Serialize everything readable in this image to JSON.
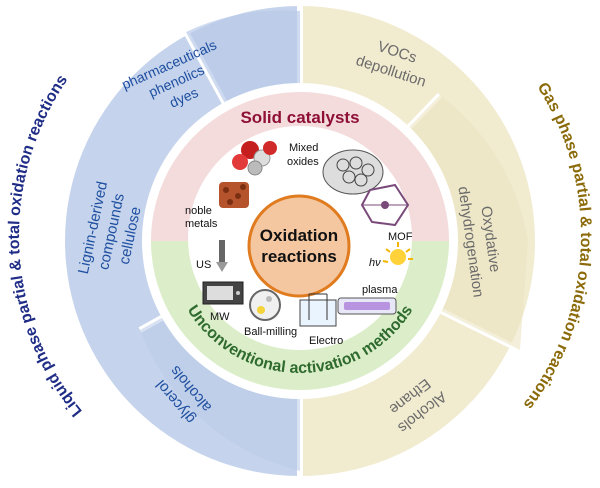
{
  "center": {
    "line1": "Oxidation",
    "line2": "reactions"
  },
  "inner_ring": {
    "top_title": "Solid catalysts",
    "bottom_title": "Unconventional activation methods",
    "catalysts": {
      "mixed_oxides_line1": "Mixed",
      "mixed_oxides_line2": "oxides",
      "noble_metals_line1": "noble",
      "noble_metals_line2": "metals",
      "mof": "MOF"
    },
    "methods": {
      "us": "US",
      "mw": "MW",
      "ball_milling": "Ball-milling",
      "electro": "Electro",
      "hv": "hν",
      "plasma": "plasma"
    }
  },
  "middle_ring": {
    "liquid_top": [
      "pharmaceuticals",
      "phenolics",
      "dyes"
    ],
    "liquid_left": [
      "Lignin-derived",
      "compounds",
      "cellulose"
    ],
    "liquid_bottom": [
      "glycerol",
      "alcohols"
    ],
    "gas_top": [
      "VOCs",
      "depollution"
    ],
    "gas_right": [
      "Oxydative",
      "dehydrogenation"
    ],
    "gas_bottom": [
      "Alcohols",
      "Ethane"
    ]
  },
  "outer_labels": {
    "left": "Liquid phase partial & total oxidation reactions",
    "right": "Gas phase partial & total oxidation reactions"
  },
  "colors": {
    "liquid_band": "#c5d4ec",
    "gas_band": "#f1ebcf",
    "liquid_text": "#1f4fa0",
    "gas_text": "#6b6b6b",
    "left_label": "#1f2d86",
    "right_label": "#8b6a0a",
    "solid_title": "#8e1037",
    "method_title": "#2f6b2f",
    "inner_top_fill": "#f5dcdc",
    "inner_bottom_fill": "#dceec9",
    "center_fill": "#f4c7a0",
    "center_stroke": "#e07b1f"
  }
}
